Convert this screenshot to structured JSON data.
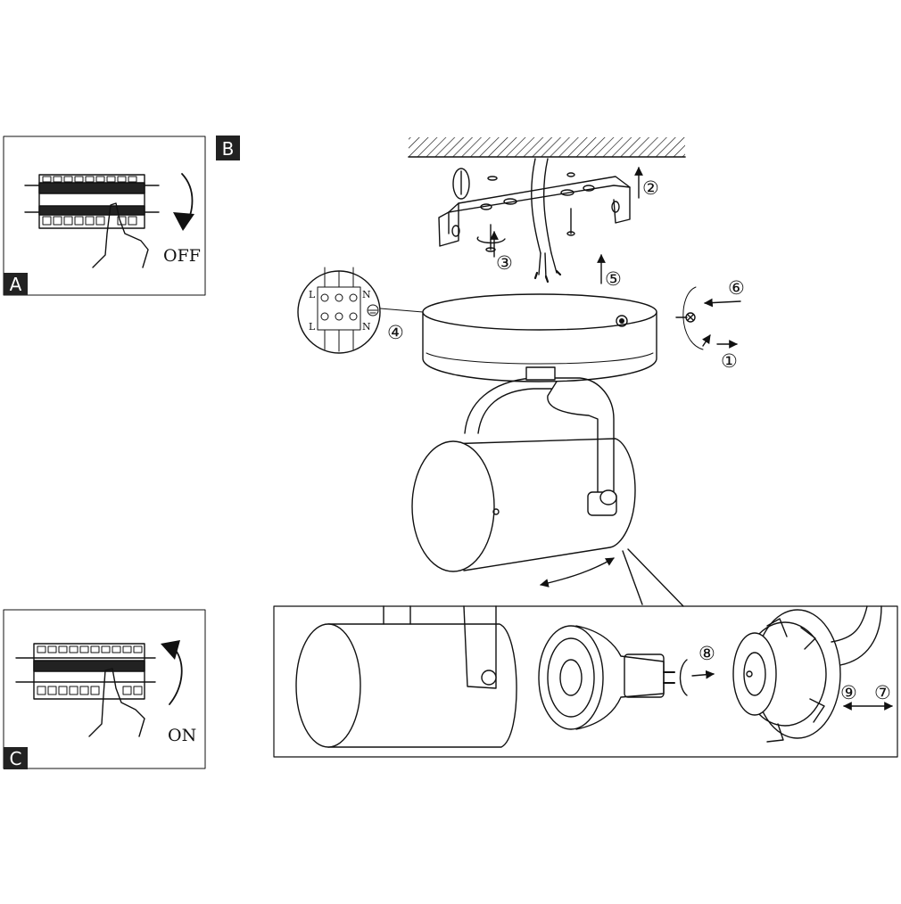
{
  "panel_a": {
    "letter": "A",
    "state_label": "OFF"
  },
  "panel_b": {
    "letter": "B"
  },
  "panel_c": {
    "letter": "C",
    "state_label": "ON"
  },
  "terminal": {
    "top_left": "L",
    "top_right": "N",
    "bottom_left": "L",
    "bottom_right": "N"
  },
  "steps": {
    "s1": "①",
    "s2": "②",
    "s3": "③",
    "s4": "④",
    "s5": "⑤",
    "s6": "⑥",
    "s7": "⑦",
    "s8": "⑧",
    "s9": "⑨"
  },
  "icons": {
    "breaker": "circuit-breaker-icon",
    "hand": "hand-icon",
    "screw": "screw-icon",
    "earth": "earth-ground-icon",
    "bulb": "gu10-bulb-icon"
  }
}
